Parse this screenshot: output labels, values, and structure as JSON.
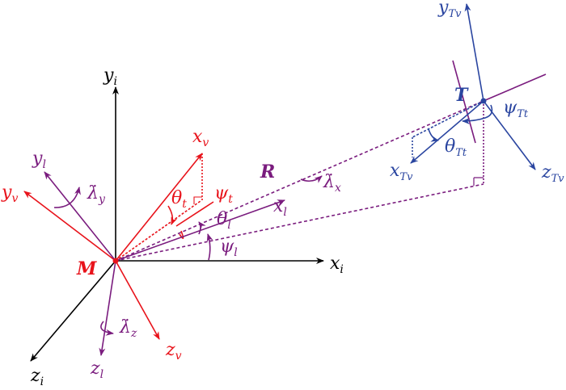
{
  "colors": {
    "inertial": "#000000",
    "missile": "#e8131b",
    "los": "#7a1c7e",
    "target": "#2a45a0"
  },
  "labels": {
    "yi": "y",
    "yi_sub": "i",
    "xi": "x",
    "xi_sub": "i",
    "zi": "z",
    "zi_sub": "i",
    "yv": "y",
    "yv_sub": "v",
    "xv": "x",
    "xv_sub": "v",
    "zv": "z",
    "zv_sub": "v",
    "yl": "y",
    "yl_sub": "l",
    "zl": "z",
    "zl_sub": "l",
    "xl": "x",
    "xl_sub": "l",
    "M": "M",
    "R": "R",
    "T": "T",
    "theta_t": "θ",
    "theta_t_sub": "t",
    "psi_t": "ψ",
    "psi_t_sub": "t",
    "theta_l": "θ",
    "theta_l_sub": "l",
    "psi_l": "ψ",
    "psi_l_sub": "l",
    "lambda_x": "λ̇",
    "lambda_x_sub": "x",
    "lambda_y": "λ̇",
    "lambda_y_sub": "y",
    "lambda_z": "λ̇",
    "lambda_z_sub": "z",
    "yTv": "y",
    "yTv_sub": "Tv",
    "xTv": "x",
    "xTv_sub": "Tv",
    "zTv": "z",
    "zTv_sub": "Tv",
    "theta_Tt": "θ",
    "theta_Tt_sub": "Tt",
    "psi_Tt": "ψ",
    "psi_Tt_sub": "Tt"
  }
}
